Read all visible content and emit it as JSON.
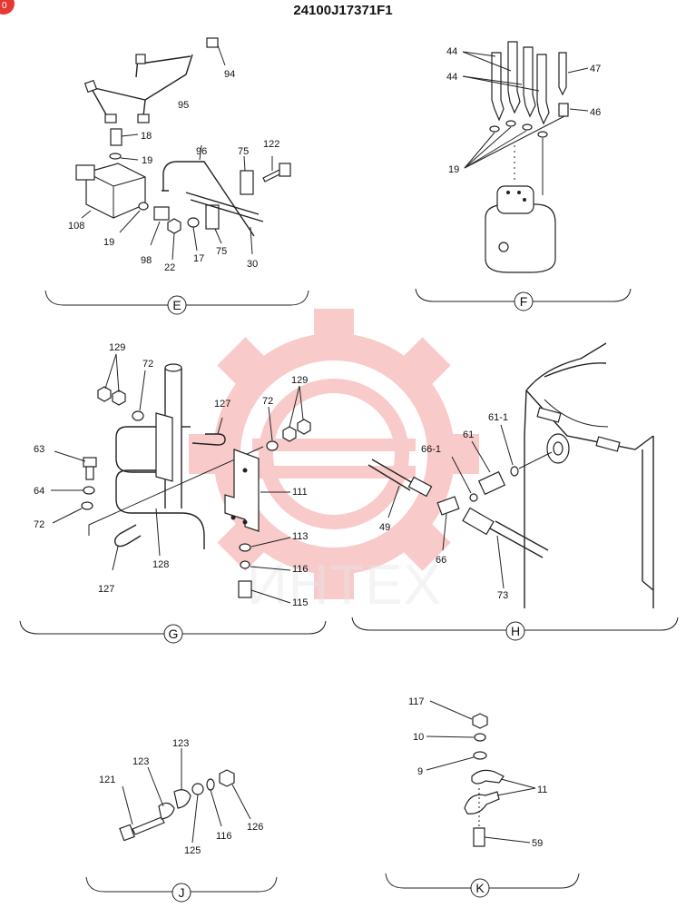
{
  "title": "24100J17371F1",
  "corner_badge": "0",
  "watermark_text": "ИНТЕХ",
  "watermark_color": "#f06a6a",
  "sections": {
    "E": "E",
    "F": "F",
    "G": "G",
    "H": "H",
    "J": "J",
    "K": "K"
  },
  "labels": {
    "E": [
      "94",
      "95",
      "18",
      "19",
      "96",
      "75",
      "122",
      "108",
      "19",
      "98",
      "22",
      "17",
      "75",
      "30"
    ],
    "F": [
      "44",
      "44",
      "47",
      "46",
      "19"
    ],
    "G": [
      "129",
      "72",
      "127",
      "72",
      "129",
      "63",
      "64",
      "72",
      "111",
      "113",
      "116",
      "115",
      "127",
      "128"
    ],
    "H": [
      "61-1",
      "61",
      "66-1",
      "49",
      "66",
      "73"
    ],
    "J": [
      "123",
      "121",
      "123",
      "116",
      "125",
      "126"
    ],
    "K": [
      "117",
      "10",
      "9",
      "11",
      "59"
    ]
  }
}
